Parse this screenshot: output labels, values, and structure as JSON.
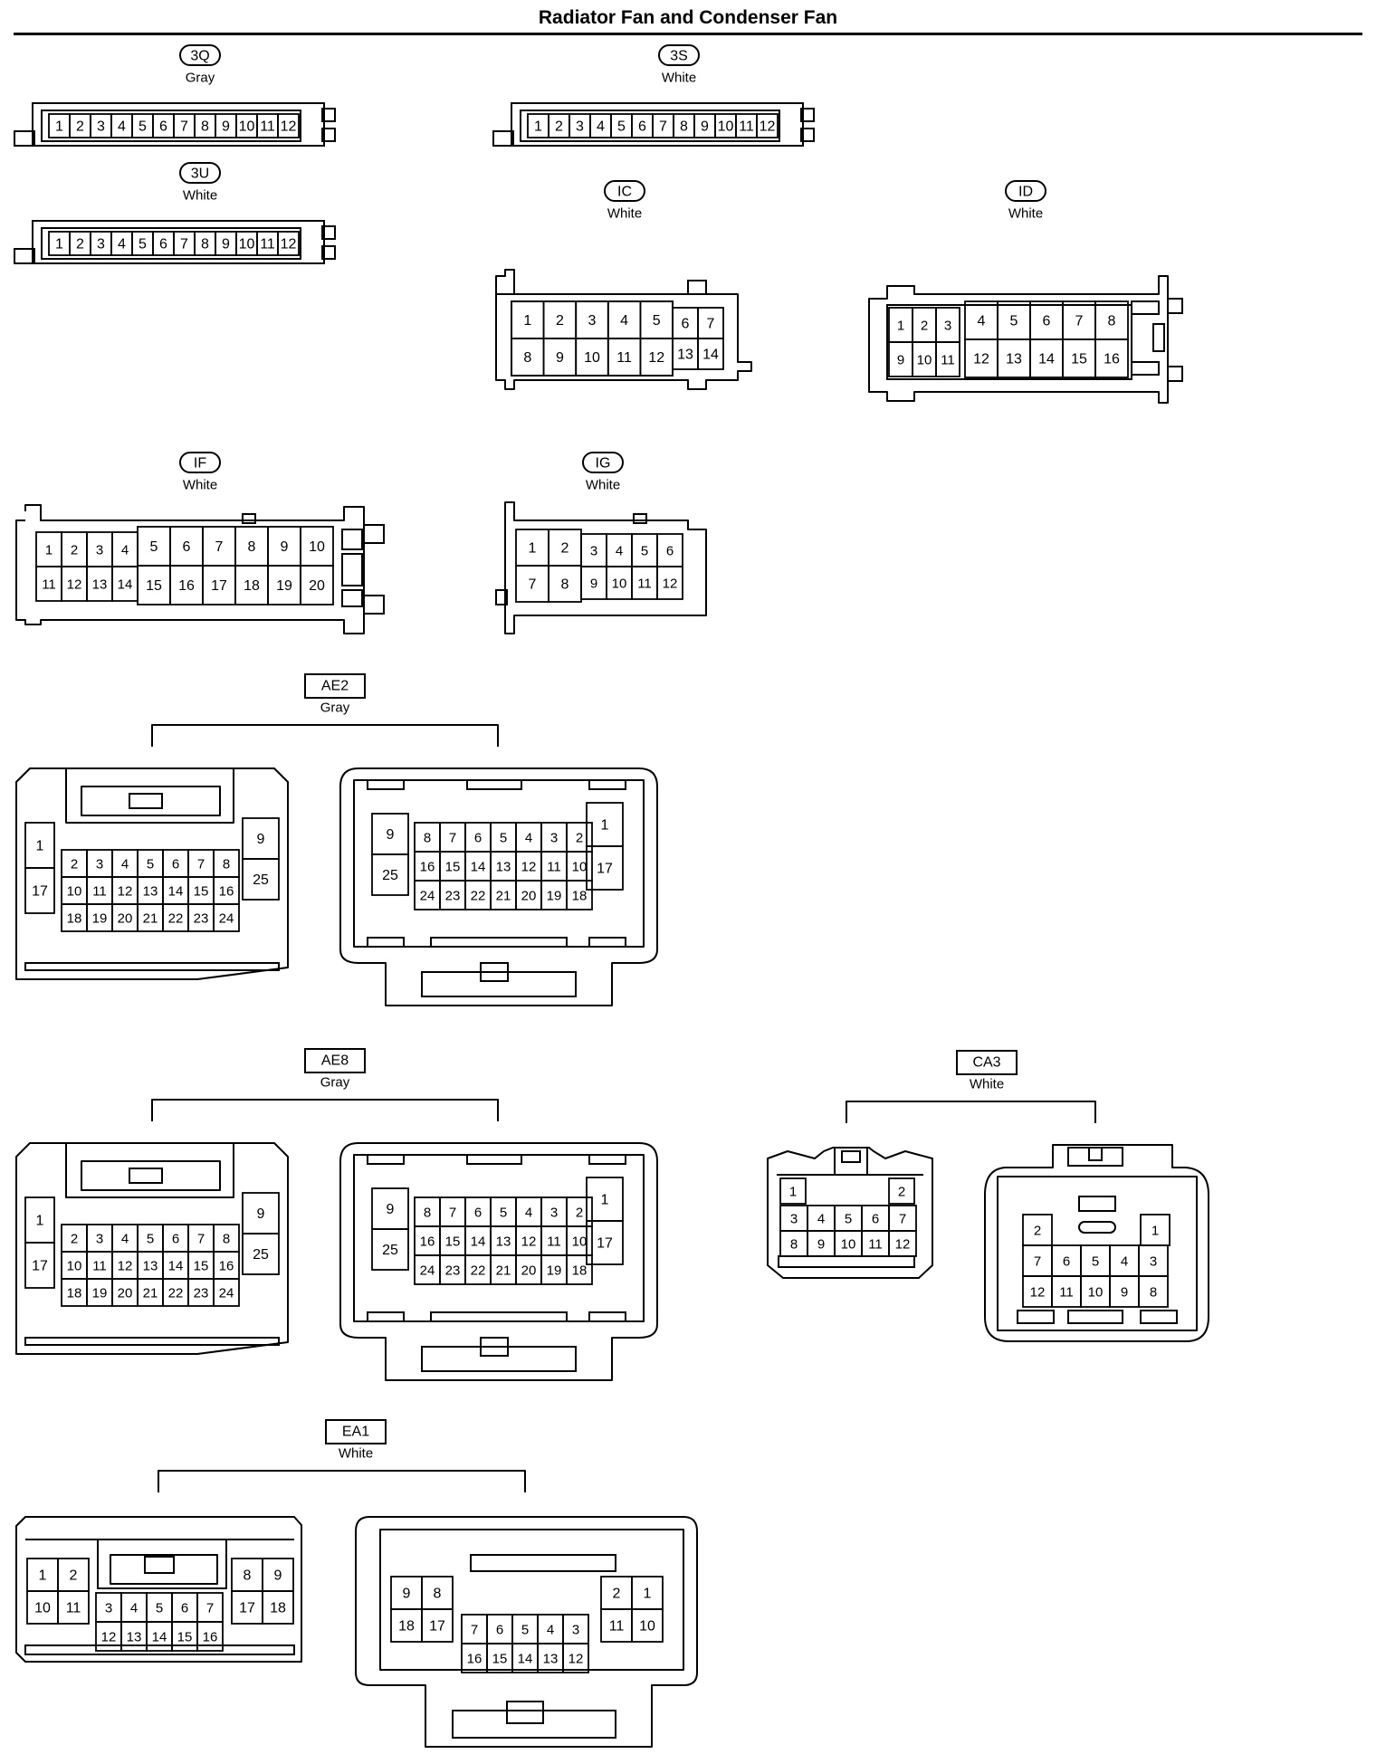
{
  "title": "Radiator Fan and Condenser Fan",
  "connectors": [
    {
      "id": "3Q",
      "shape": "oval",
      "color": "Gray",
      "type": "strip",
      "pins": [
        "1",
        "2",
        "3",
        "4",
        "5",
        "6",
        "7",
        "8",
        "9",
        "10",
        "11",
        "12"
      ]
    },
    {
      "id": "3S",
      "shape": "oval",
      "color": "White",
      "type": "strip",
      "pins": [
        "1",
        "2",
        "3",
        "4",
        "5",
        "6",
        "7",
        "8",
        "9",
        "10",
        "11",
        "12"
      ]
    },
    {
      "id": "3U",
      "shape": "oval",
      "color": "White",
      "type": "strip",
      "pins": [
        "1",
        "2",
        "3",
        "4",
        "5",
        "6",
        "7",
        "8",
        "9",
        "10",
        "11",
        "12"
      ]
    },
    {
      "id": "IC",
      "shape": "oval",
      "color": "White",
      "type": "block",
      "pins": [
        "1",
        "2",
        "3",
        "4",
        "5",
        "6",
        "7",
        "8",
        "9",
        "10",
        "11",
        "12",
        "13",
        "14"
      ]
    },
    {
      "id": "ID",
      "shape": "oval",
      "color": "White",
      "type": "block",
      "pins": [
        "1",
        "2",
        "3",
        "4",
        "5",
        "6",
        "7",
        "8",
        "9",
        "10",
        "11",
        "12",
        "13",
        "14",
        "15",
        "16"
      ]
    },
    {
      "id": "IF",
      "shape": "oval",
      "color": "White",
      "type": "block",
      "pins": [
        "1",
        "2",
        "3",
        "4",
        "5",
        "6",
        "7",
        "8",
        "9",
        "10",
        "11",
        "12",
        "13",
        "14",
        "15",
        "16",
        "17",
        "18",
        "19",
        "20"
      ]
    },
    {
      "id": "IG",
      "shape": "oval",
      "color": "White",
      "type": "block",
      "pins": [
        "1",
        "2",
        "3",
        "4",
        "5",
        "6",
        "7",
        "8",
        "9",
        "10",
        "11",
        "12"
      ]
    },
    {
      "id": "AE2",
      "shape": "box",
      "color": "Gray",
      "type": "pair",
      "left": [
        "1",
        "17",
        "2",
        "3",
        "4",
        "5",
        "6",
        "7",
        "8",
        "10",
        "11",
        "12",
        "13",
        "14",
        "15",
        "16",
        "18",
        "19",
        "20",
        "21",
        "22",
        "23",
        "24",
        "9",
        "25"
      ],
      "right": [
        "9",
        "25",
        "8",
        "7",
        "6",
        "5",
        "4",
        "3",
        "2",
        "16",
        "15",
        "14",
        "13",
        "12",
        "11",
        "10",
        "24",
        "23",
        "22",
        "21",
        "20",
        "19",
        "18",
        "1",
        "17"
      ]
    },
    {
      "id": "AE8",
      "shape": "box",
      "color": "Gray",
      "type": "pair",
      "left": [
        "1",
        "17",
        "2",
        "3",
        "4",
        "5",
        "6",
        "7",
        "8",
        "10",
        "11",
        "12",
        "13",
        "14",
        "15",
        "16",
        "18",
        "19",
        "20",
        "21",
        "22",
        "23",
        "24",
        "9",
        "25"
      ],
      "right": [
        "9",
        "25",
        "8",
        "7",
        "6",
        "5",
        "4",
        "3",
        "2",
        "16",
        "15",
        "14",
        "13",
        "12",
        "11",
        "10",
        "24",
        "23",
        "22",
        "21",
        "20",
        "19",
        "18",
        "1",
        "17"
      ]
    },
    {
      "id": "CA3",
      "shape": "box",
      "color": "White",
      "type": "pair",
      "left": [
        "1",
        "2",
        "3",
        "4",
        "5",
        "6",
        "7",
        "8",
        "9",
        "10",
        "11",
        "12"
      ],
      "right": [
        "2",
        "1",
        "7",
        "6",
        "5",
        "4",
        "3",
        "12",
        "11",
        "10",
        "9",
        "8"
      ]
    },
    {
      "id": "EA1",
      "shape": "box",
      "color": "White",
      "type": "pair",
      "left": [
        "1",
        "2",
        "10",
        "11",
        "3",
        "4",
        "5",
        "6",
        "7",
        "12",
        "13",
        "14",
        "15",
        "16",
        "8",
        "9",
        "17",
        "18"
      ],
      "right": [
        "9",
        "8",
        "18",
        "17",
        "7",
        "6",
        "5",
        "4",
        "3",
        "16",
        "15",
        "14",
        "13",
        "12",
        "2",
        "1",
        "11",
        "10"
      ]
    }
  ]
}
